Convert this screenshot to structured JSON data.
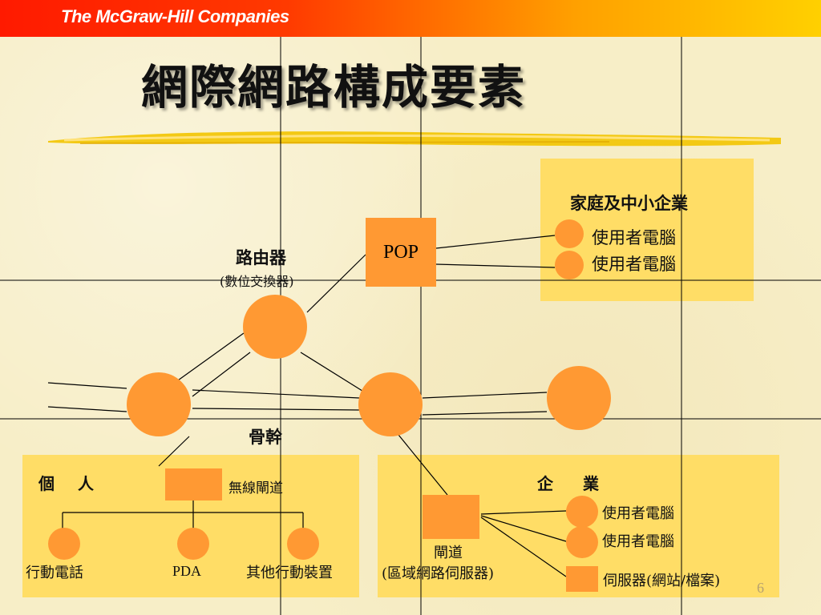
{
  "header": {
    "brand": "The McGraw-Hill Companies",
    "colors": {
      "start": "#ff1a00",
      "end": "#ffd000"
    }
  },
  "slide": {
    "title": "網際網路構成要素",
    "page_number": "6"
  },
  "colors": {
    "node": "#ff9933",
    "panel": "#ffdd66",
    "line": "#000000"
  },
  "diagram": {
    "pop": "POP",
    "router": "路由器",
    "router_sub": "(數位交換器)",
    "backbone": "骨幹",
    "home_group": {
      "title": "家庭及中小企業",
      "pc1": "使用者電腦",
      "pc2": "使用者電腦"
    },
    "personal_group": {
      "title": "個 人",
      "gateway": "無線閘道",
      "phone": "行動電話",
      "pda": "PDA",
      "other": "其他行動裝置"
    },
    "enterprise_group": {
      "title": "企 業",
      "pc1": "使用者電腦",
      "pc2": "使用者電腦",
      "gateway": "閘道",
      "gateway_sub": "(區域網路伺服器)",
      "server": "伺服器(網站/檔案)"
    }
  }
}
